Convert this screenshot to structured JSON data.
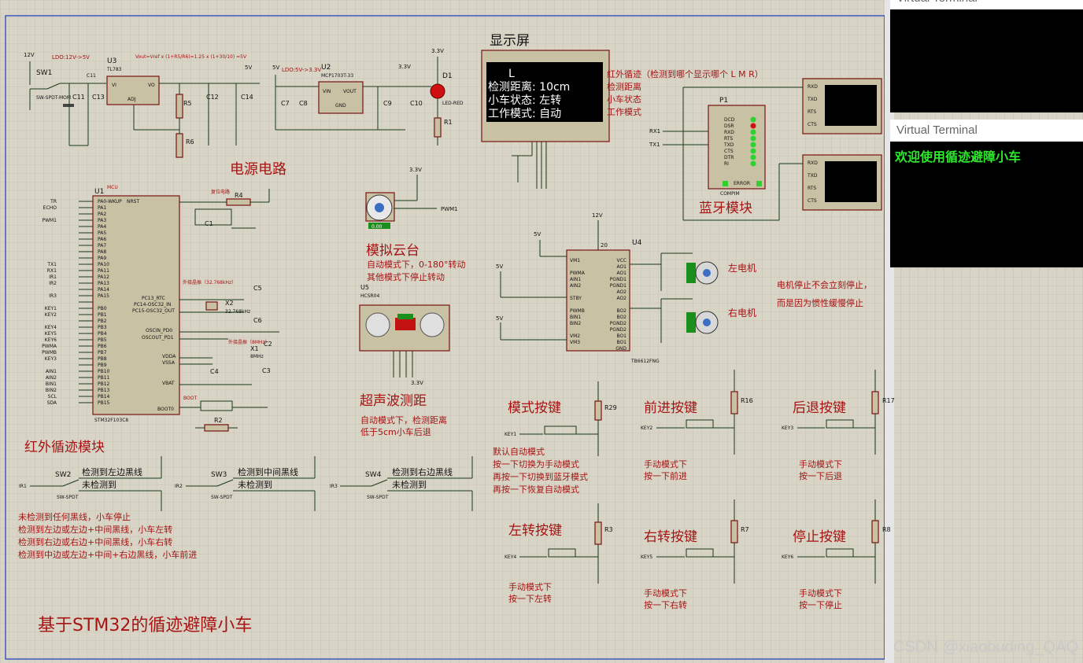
{
  "titles": {
    "display": "显示屏",
    "power": "电源电路",
    "ir_module": "红外循迹模块",
    "servo": "模拟云台",
    "ultrasonic": "超声波测距",
    "bluetooth": "蓝牙模块",
    "mode_key": "模式按键",
    "forward_key": "前进按键",
    "back_key": "后退按键",
    "left_key": "左转按键",
    "right_key": "右转按键",
    "stop_key": "停止按键",
    "main": "基于STM32的循迹避障小车",
    "left_motor": "左电机",
    "right_motor": "右电机"
  },
  "lcd": [
    "L",
    "检测距离: 10cm",
    "小车状态: 左转",
    "工作模式: 自动"
  ],
  "notes": {
    "display_desc": [
      "红外循迹（检测到哪个显示哪个 L M R）",
      "检测距离",
      "小车状态",
      "工作模式"
    ],
    "servo_desc": [
      "自动模式下，0-180°转动",
      "其他模式下停止转动"
    ],
    "ultrasonic_desc": [
      "自动模式下，检测距离",
      "低于5cm小车后退"
    ],
    "motor_desc": [
      "电机停止不会立刻停止，",
      "而是因为惯性缓慢停止"
    ],
    "mode_desc": [
      "默认自动模式",
      "按一下切换为手动模式",
      "再按一下切换到蓝牙模式",
      "再按一下恢复自动模式"
    ],
    "forward_desc": [
      "手动模式下",
      "按一下前进"
    ],
    "back_desc": [
      "手动模式下",
      "按一下后退"
    ],
    "left_desc": [
      "手动模式下",
      "按一下左转"
    ],
    "right_desc": [
      "手动模式下",
      "按一下右转"
    ],
    "stop_desc": [
      "手动模式下",
      "按一下停止"
    ],
    "ir_desc": [
      "未检测到任何黑线，小车停止",
      "检测到左边或左边+中间黑线，小车左转",
      "检测到右边或右边+中间黑线，小车右转",
      "检测到中边或左边+中间+右边黑线，小车前进"
    ],
    "sw_left": [
      "检测到左边黑线",
      "未检测到"
    ],
    "sw_mid": [
      "检测到中间黑线",
      "未检测到"
    ],
    "sw_right": [
      "检测到右边黑线",
      "未检测到"
    ],
    "ldo1": "LDO:12V->5V",
    "ldo2": "LDO:5V->3.3V",
    "vout_formula": "Vout=Vref x (1+R5/R6)=1.25 x (1+30/10) =5V"
  },
  "labels": {
    "u1": "U1",
    "u1_part": "STM32F103C8",
    "u1_tag": "MCU",
    "u2": "U2",
    "u2_part": "MCP1703T-33",
    "u3": "U3",
    "u3_part": "TL783",
    "u4": "U4",
    "u4_part": "TB6612FNG",
    "u5": "U5",
    "u5_part": "HCSR04",
    "d1": "D1",
    "d1_part": "LED-RED",
    "p1": "P1",
    "p1_part": "COMPIM",
    "x1": "X1",
    "x1_part": "8MHz",
    "x2": "X2",
    "x2_part": "32.768kHz",
    "sw1": "SW1",
    "sw1_part": "SW-SPDT-MOM",
    "sw2": "SW2",
    "sw3": "SW3",
    "sw4": "SW4",
    "sw_part": "SW-SPDT",
    "r4": "R4",
    "r2": "R2",
    "r5": "R5",
    "r6": "R6",
    "r1": "R1",
    "r29": "R29",
    "r16": "R16",
    "r17": "R17",
    "r3": "R3",
    "r7": "R7",
    "r8": "R8",
    "c1": "C1",
    "c2": "C2",
    "c3": "C3",
    "c4": "C4",
    "c5": "C5",
    "c6": "C6",
    "c7": "C7",
    "c8": "C8",
    "c9": "C9",
    "c10": "C10",
    "c11": "C11",
    "c12": "C12",
    "c13": "C13",
    "c14": "C14",
    "v12": "12V",
    "v5": "5V",
    "v33": "3.3V",
    "v20": "20",
    "pwm1": "PWM1",
    "key1": "KEY1",
    "key2": "KEY2",
    "key3": "KEY3",
    "key4": "KEY4",
    "key5": "KEY5",
    "key6": "KEY6",
    "ir1": "IR1",
    "ir2": "IR2",
    "ir3": "IR3",
    "rx1": "RX1",
    "tx1": "TX1",
    "servo_val": "0.00",
    "reset_net": "复位电路",
    "osc32": "外接晶振（32.768kHz）",
    "osc8": "外接晶振（8MHz）",
    "boot": "BOOT"
  },
  "mcu_left_pins": [
    "TR",
    "ECHO",
    "",
    "PWM1",
    "",
    "",
    "",
    "",
    "",
    "",
    "TX1",
    "RX1",
    "IR1",
    "IR2",
    "",
    "IR3",
    "",
    "KEY1",
    "KEY2",
    "",
    "KEY4",
    "KEY5",
    "KEY6",
    "PWMA",
    "PWMB",
    "KEY3",
    "",
    "AIN1",
    "AIN2",
    "BIN1",
    "BIN2",
    "SCL",
    "SDA"
  ],
  "mcu_pin_names": [
    "PA0-WKUP",
    "PA1",
    "PA2",
    "PA3",
    "PA4",
    "PA5",
    "PA6",
    "PA7",
    "PA8",
    "PA9",
    "PA10",
    "PA11",
    "PA12",
    "PA13",
    "PA14",
    "PA15",
    "",
    "PB0",
    "PB1",
    "PB2",
    "PB3",
    "PB4",
    "PB5",
    "PB6",
    "PB7",
    "PB8",
    "PB9",
    "PB10",
    "PB11",
    "PB12",
    "PB13",
    "PB14",
    "PB15"
  ],
  "tb6612_left": [
    "VM1",
    "",
    "PWMA",
    "AIN1",
    "AIN2",
    "",
    "STBY",
    "",
    "PWMB",
    "BIN1",
    "BIN2",
    "",
    "VM2",
    "VM3"
  ],
  "tb6612_right": [
    "VCC",
    "AO1",
    "AO1",
    "PGND1",
    "PGND1",
    "AO2",
    "AO2",
    "",
    "BO2",
    "BO2",
    "PGND2",
    "PGND2",
    "BO1",
    "BO1",
    "GND"
  ],
  "compim_pins": [
    "DCD",
    "DSR",
    "RXD",
    "RTS",
    "TXD",
    "CTS",
    "DTR",
    "RI"
  ],
  "compim_error": "ERROR",
  "vterm_pins": [
    "RXD",
    "TXD",
    "RTS",
    "CTS"
  ],
  "vterm": {
    "title": "Virtual Terminal",
    "message": "欢迎使用循迹避障小车"
  },
  "watermark": "CSDN @xiaobuding_QAQ"
}
